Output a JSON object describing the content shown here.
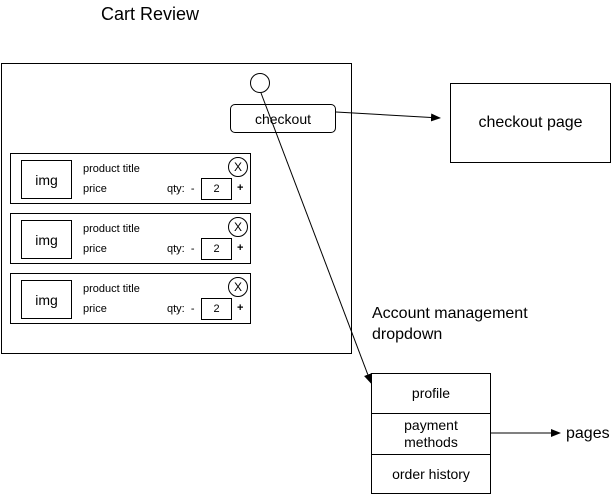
{
  "title": "Cart Review",
  "cart": {
    "checkout_label": "checkout",
    "items": [
      {
        "img": "img",
        "title": "product title",
        "price": "price",
        "qty_label": "qty:  -",
        "qty": "2",
        "plus": "+",
        "remove": "X"
      },
      {
        "img": "img",
        "title": "product title",
        "price": "price",
        "qty_label": "qty:  -",
        "qty": "2",
        "plus": "+",
        "remove": "X"
      },
      {
        "img": "img",
        "title": "product title",
        "price": "price",
        "qty_label": "qty:  -",
        "qty": "2",
        "plus": "+",
        "remove": "X"
      }
    ]
  },
  "checkout_page_label": "checkout page",
  "account": {
    "label_line1": "Account management",
    "label_line2": "dropdown",
    "items": [
      "profile",
      "payment methods",
      "order history"
    ]
  },
  "pages_label": "pages"
}
